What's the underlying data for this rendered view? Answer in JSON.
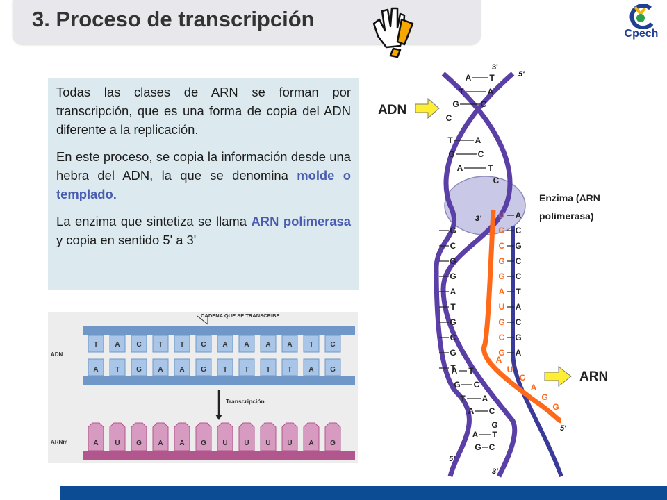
{
  "title": "3. Proceso de transcripción",
  "logo_text": "Cpech",
  "paragraphs": {
    "p1": "Todas las clases de ARN se forman por transcripción, que es una forma de copia del ADN diferente a la replicación.",
    "p2_a": "En este proceso, se copia la información desde una hebra del ADN, la que se denomina ",
    "p2_b": "molde o templado.",
    "p3_a": "La enzima que sintetiza se llama ",
    "p3_b": "ARN polimerasa",
    "p3_c": " y copia en sentido 5' a 3'"
  },
  "transcription_diagram": {
    "strand_label": "CADENA QUE SE TRANSCRIBE",
    "adn_label": "ADN",
    "arnm_label": "ARNm",
    "process_label": "Transcripción",
    "top_bases": [
      "T",
      "A",
      "C",
      "T",
      "T",
      "C",
      "A",
      "A",
      "A",
      "A",
      "T",
      "C"
    ],
    "bottom_bases": [
      "A",
      "T",
      "G",
      "A",
      "A",
      "G",
      "T",
      "T",
      "T",
      "T",
      "A",
      "G"
    ],
    "arn_bases": [
      "A",
      "U",
      "G",
      "A",
      "A",
      "G",
      "U",
      "U",
      "U",
      "U",
      "A",
      "G"
    ]
  },
  "helix": {
    "adn_label": "ADN",
    "arn_label": "ARN",
    "enzyme_label_1": "Enzima (ARN",
    "enzyme_label_2": "polimerasa)",
    "end_3_top": "3'",
    "end_5_top": "5'",
    "end_3_mid": "3'",
    "end_5_arn": "5'",
    "end_5_bottom": "5'",
    "end_3_bottom": "3'",
    "upper_pairs": [
      {
        "l": "A",
        "r": "T"
      },
      {
        "l": "T",
        "r": "A"
      },
      {
        "l": "G",
        "r": "C"
      },
      {
        "l": "C",
        "r": ""
      },
      {
        "l": "",
        "r": ""
      },
      {
        "l": "T",
        "r": "A"
      },
      {
        "l": "G",
        "r": "C"
      },
      {
        "l": "A",
        "r": "T"
      },
      {
        "l": "",
        "r": "C"
      }
    ],
    "left_strand": [
      "G",
      "C",
      "G",
      "G",
      "A",
      "T",
      "G",
      "C",
      "G",
      "T"
    ],
    "right_pairs": [
      {
        "l": "U",
        "r": "A"
      },
      {
        "l": "G",
        "r": "C"
      },
      {
        "l": "C",
        "r": "G"
      },
      {
        "l": "G",
        "r": "C"
      },
      {
        "l": "G",
        "r": "C"
      },
      {
        "l": "A",
        "r": "T"
      },
      {
        "l": "U",
        "r": "A"
      },
      {
        "l": "G",
        "r": "C"
      },
      {
        "l": "C",
        "r": "G"
      },
      {
        "l": "G",
        "r": "A"
      }
    ],
    "arn_tail": [
      "A",
      "U",
      "C",
      "A",
      "G",
      "G"
    ],
    "lower_pairs": [
      {
        "l": "A",
        "r": "T"
      },
      {
        "l": "G",
        "r": "C"
      },
      {
        "l": "T",
        "r": "A"
      },
      {
        "l": "A",
        "r": "C"
      },
      {
        "l": "",
        "r": "G"
      },
      {
        "l": "A",
        "r": "T"
      },
      {
        "l": "G",
        "r": "C"
      }
    ]
  },
  "colors": {
    "footer": "#0c4c94",
    "highlight": "#4a5cb0",
    "arrow_yellow": "#ffee33",
    "rna_orange": "#ff6a1a",
    "strand_purple": "#5a3fa6"
  }
}
